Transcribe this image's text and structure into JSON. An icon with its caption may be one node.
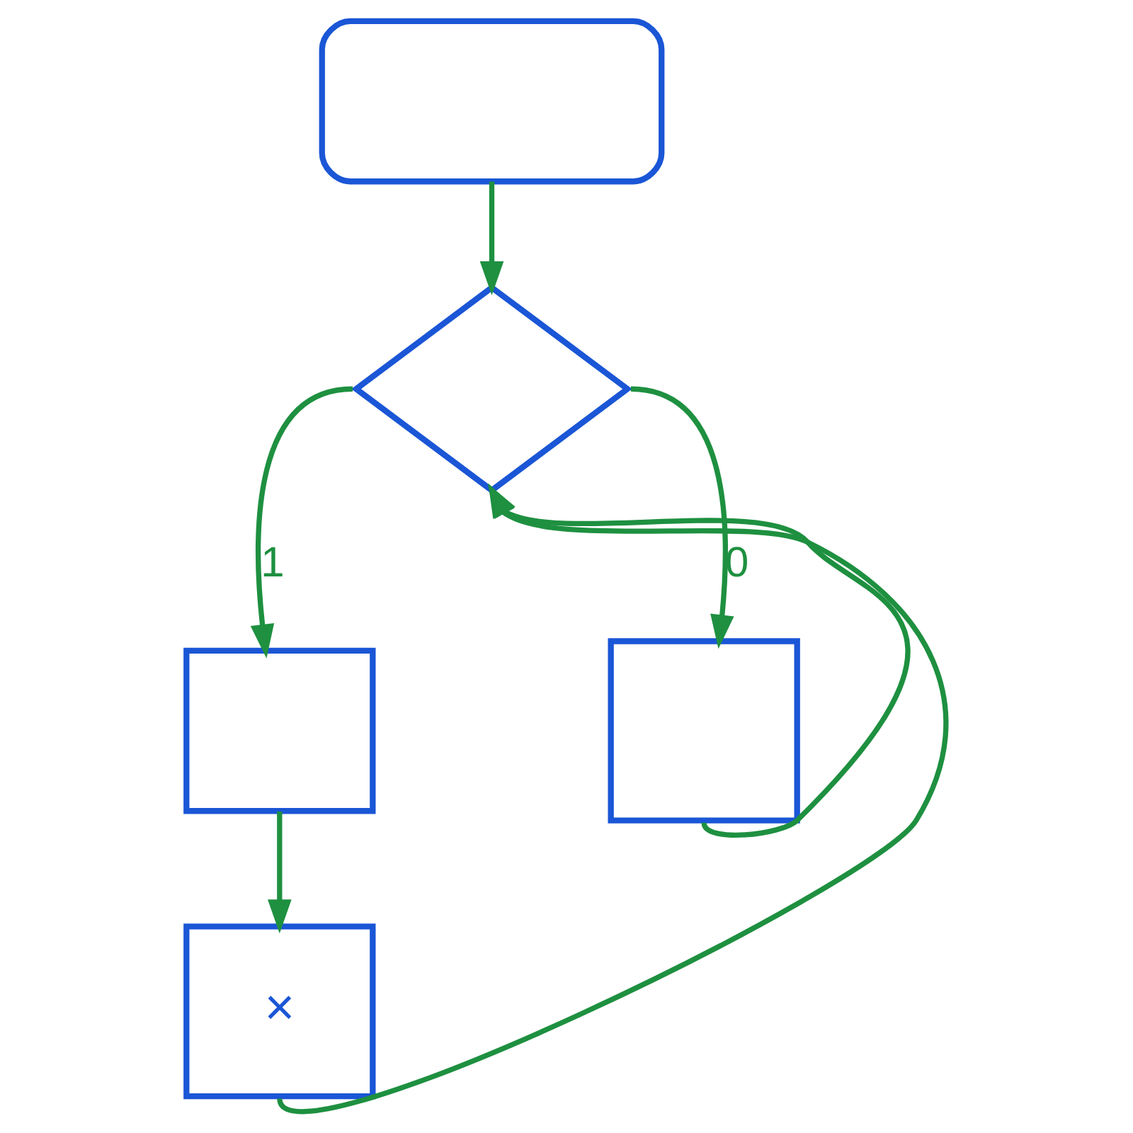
{
  "diagram": {
    "nodes": [
      {
        "text": [],
        "shape": "box"
      },
      {
        "text": [],
        "shape": "diamond"
      },
      {
        "text": [],
        "shape": "box"
      },
      {
        "text": [
          "×"
        ]
      },
      {
        "text": [],
        "shape": "box"
      }
    ],
    "edges": [
      {
        "from": 0,
        "to": 1,
        "arrow": "to"
      },
      {
        "from": 1,
        "to": 2,
        "arrow": "to",
        "label": "1"
      },
      {
        "from": 1,
        "to": 4,
        "arrow": "to",
        "label": "0"
      },
      {
        "from": 2,
        "to": 3,
        "arrow": "to"
      },
      {
        "from": 3,
        "to": 1,
        "arrow": "to"
      },
      {
        "from": 4,
        "to": 1,
        "arrow": "to"
      }
    ]
  }
}
